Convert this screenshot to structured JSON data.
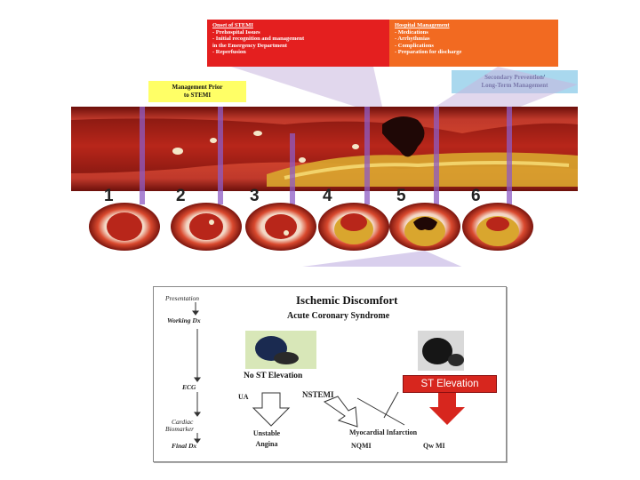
{
  "header": {
    "onset": {
      "title": "Onset of STEMI",
      "items": [
        "- Prehospital Issues",
        "- Initial recognition and management",
        "  in the Emergency Department",
        "- Reperfusion"
      ]
    },
    "hospital": {
      "title": "Hospital Management",
      "items": [
        "- Medications",
        "- Arrhythmias",
        "- Complications",
        "- Preparation for discharge"
      ]
    },
    "prior": [
      "Management Prior",
      "to STEMI"
    ],
    "secondary": [
      "Secondary Prevention/",
      "Long-Term Management"
    ]
  },
  "stages": [
    "1",
    "2",
    "3",
    "4",
    "5",
    "6"
  ],
  "panel": {
    "steps": [
      "Presentation",
      "Working Dx",
      "ECG",
      "Cardiac",
      "Biomarker",
      "Final Dx"
    ],
    "title": "Ischemic Discomfort",
    "subtitle": "Acute Coronary Syndrome",
    "no_st": "No ST Elevation",
    "st_badge": "ST Elevation",
    "ua": "UA",
    "nstemi": "NSTEMI",
    "unstable": [
      "Unstable",
      "Angina"
    ],
    "mi": "Myocardial Infarction",
    "nqmi": "NQMI",
    "qwmi": "Qw MI"
  },
  "colors": {
    "red": "#e41f1f",
    "orange": "#f26a21",
    "yellow": "#ffff66",
    "blue": "#a9d8ee",
    "arrow_red": "#d7261e"
  }
}
